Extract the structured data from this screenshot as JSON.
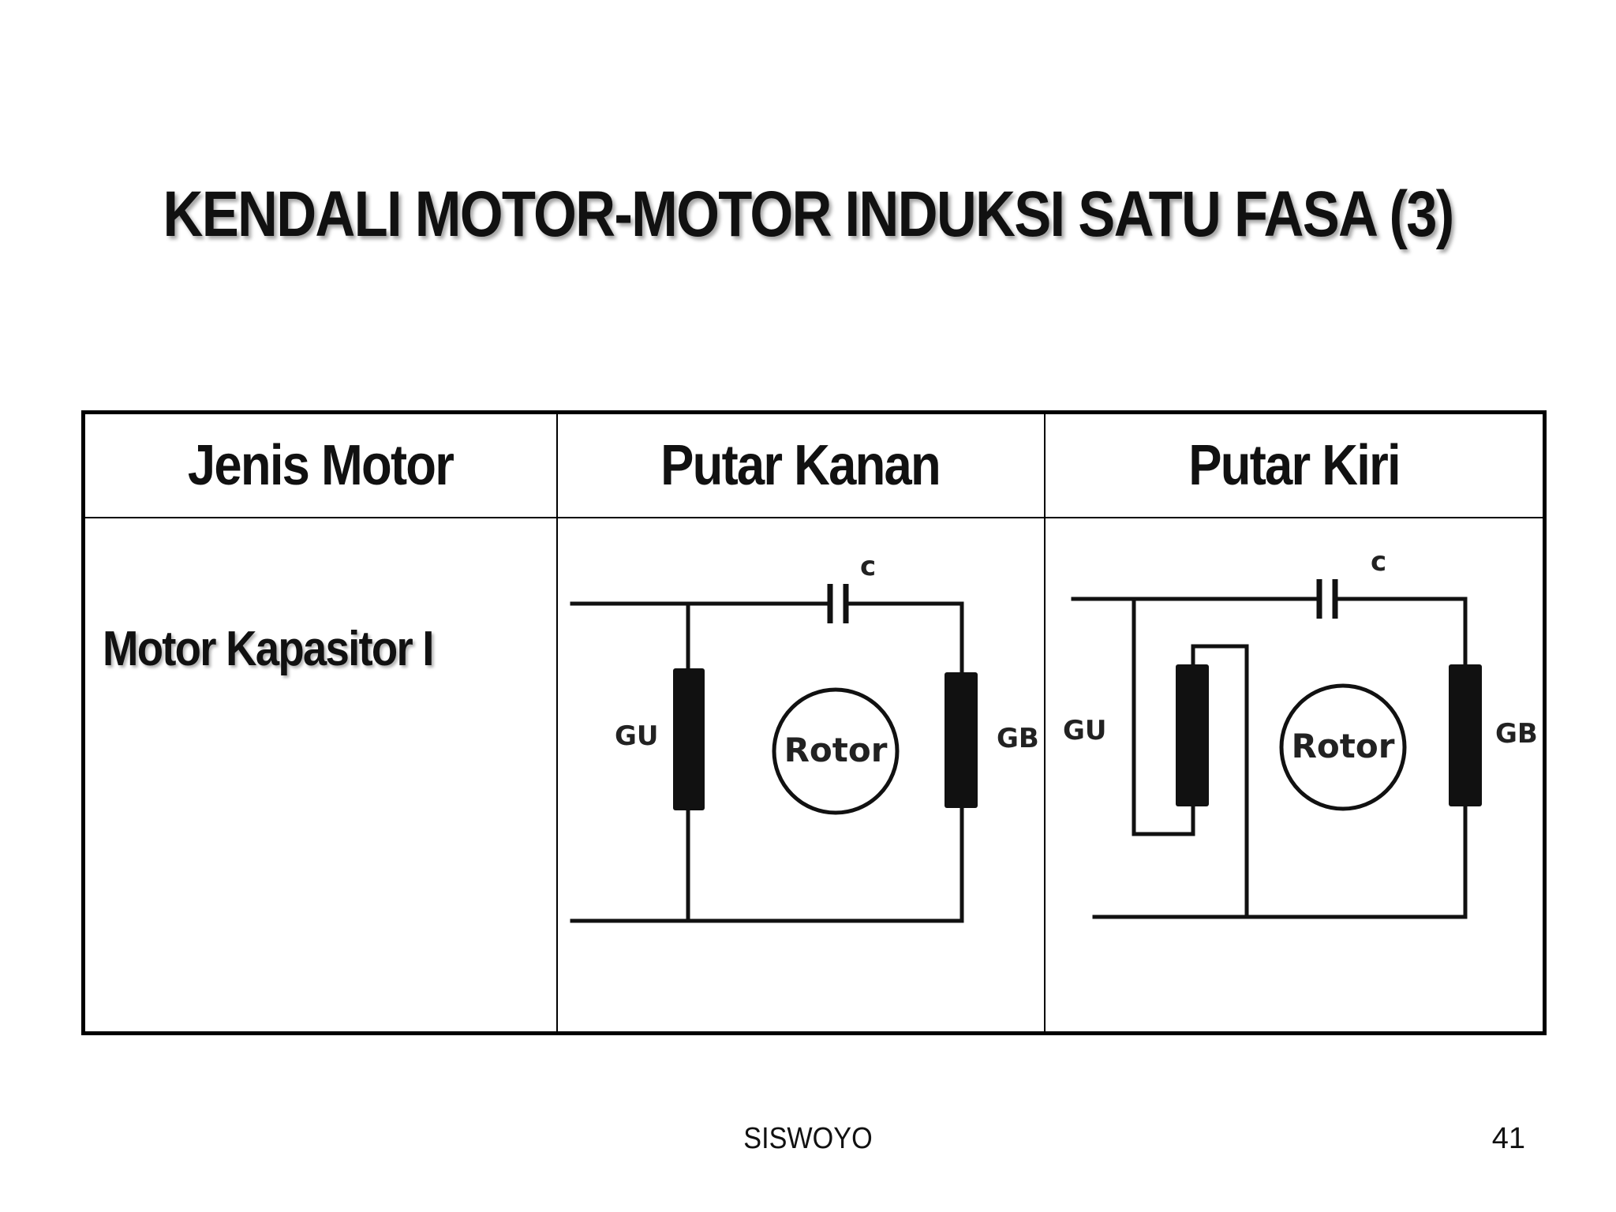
{
  "slide": {
    "title": "KENDALI MOTOR-MOTOR INDUKSI SATU FASA (3)",
    "footer_author": "SISWOYO",
    "page_number": "41"
  },
  "table": {
    "headers": [
      "Jenis Motor",
      "Putar Kanan",
      "Putar Kiri"
    ],
    "rows": [
      {
        "motor": "Motor Kapasitor I"
      }
    ]
  },
  "diagram_right": {
    "capacitor": "c",
    "main_winding": "GU",
    "aux_winding": "GB",
    "rotor": "Rotor"
  },
  "diagram_left": {
    "capacitor": "c",
    "main_winding": "GU",
    "aux_winding": "GB",
    "rotor": "Rotor"
  }
}
